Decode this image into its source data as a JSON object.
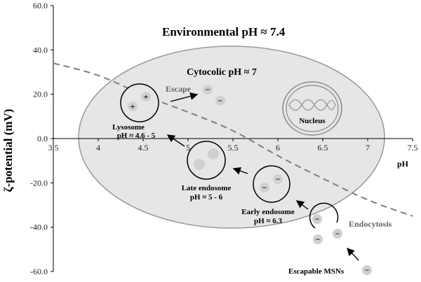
{
  "chart_data": {
    "type": "line",
    "title": "Environmental pH ≈ 7.4",
    "xlabel": "pH",
    "ylabel": "ζ-potential (mV)",
    "xlim": [
      3.5,
      7.5
    ],
    "ylim": [
      -60,
      60
    ],
    "x_ticks": [
      "3.5",
      "4",
      "4.5",
      "5",
      "5.5",
      "6",
      "6.5",
      "7",
      "7.5"
    ],
    "y_ticks": [
      "60.0",
      "40.0",
      "20.0",
      "0.0",
      "-20.0",
      "-40.0",
      "-60.0"
    ],
    "grid": false,
    "series": [
      {
        "style": "dashed",
        "color": "#7f7f7f",
        "x": [
          3.5,
          4.0,
          4.5,
          5.0,
          5.5,
          6.0,
          6.5,
          7.0,
          7.5
        ],
        "y": [
          34,
          29,
          19.5,
          12,
          4,
          -8,
          -18,
          -28,
          -35
        ]
      }
    ],
    "annotations": {
      "cell_label": "Cytocolic pH ≈ 7",
      "nucleus": "Nucleus",
      "escape": "Escape",
      "endocytosis": "Endocytosis",
      "lysosome_line1": "Lysosome",
      "lysosome_line2": "pH ≈ 4.6 - 5",
      "late_endosome_line1": "Late endosome",
      "late_endosome_line2": "pH ≈ 5 - 6",
      "early_endosome_line1": "Early endosome",
      "early_endosome_line2": "pH ≈ 6.3",
      "msn_label": "Escapable MSNs",
      "plus": "+",
      "minus": "−"
    },
    "colors": {
      "cell_fill": "#e6e6e6",
      "cell_stroke": "#999999",
      "particle_fill": "#d0d0d0",
      "curve": "#7f7f7f",
      "escape_text": "#666666"
    }
  }
}
